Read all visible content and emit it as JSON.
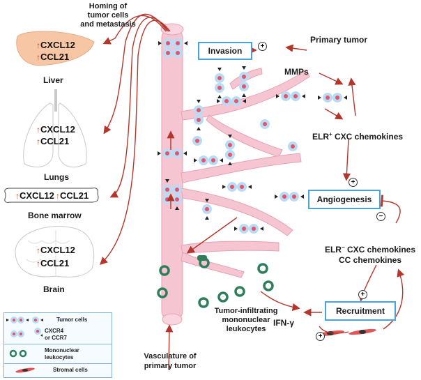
{
  "organs": {
    "liver": {
      "name": "Liver",
      "chem1": "CXCL12",
      "chem2": "CCL21"
    },
    "lungs": {
      "name": "Lungs",
      "chem1": "CXCL12",
      "chem2": "CCL21"
    },
    "bone": {
      "name": "Bone marrow",
      "chem1": "CXCL12",
      "chem2": "CCL21"
    },
    "brain": {
      "name": "Brain",
      "chem1": "CXCL12",
      "chem2": "CCL21"
    }
  },
  "labels": {
    "homing_line1": "Homing of",
    "homing_line2": "tumor cells",
    "homing_line3": "and metastasis",
    "primary_tumor": "Primary tumor",
    "mmps": "MMPs",
    "elr_plus_pre": "ELR",
    "elr_plus_sup": "+",
    "elr_plus_post": " CXC chemokines",
    "elr_minus_pre": "ELR",
    "elr_minus_sup": "−",
    "elr_minus_post": " CXC chemokines",
    "cc_chemokines": "CC chemokines",
    "ifn": "IFN-γ",
    "til_line1": "Tumor-infiltrating",
    "til_line2": "mononuclear",
    "til_line3": "leukocytes",
    "vasc_line1": "Vasculature of",
    "vasc_line2": "primary tumor"
  },
  "boxes": {
    "invasion": "Invasion",
    "angiogenesis": "Angiogenesis",
    "recruitment": "Recruitment"
  },
  "signs": {
    "plus": "+",
    "minus": "−"
  },
  "legend": {
    "tumor_cells": "Tumor cells",
    "receptor_line1": "CXCR4",
    "receptor_line2": "or CCR7",
    "mono_line1": "Mononuclear",
    "mono_line2": "leukocytes",
    "stromal": "Stromal cells"
  },
  "colors": {
    "vessel": "#f5c6d2",
    "vessel_edge": "#e8a0b4",
    "arrow": "#b5352b",
    "box_border": "#4aa3d6",
    "leukocyte": "#2e7d5b",
    "cell_halo": "#b9dcf5",
    "cell_core": "#e8516b"
  }
}
